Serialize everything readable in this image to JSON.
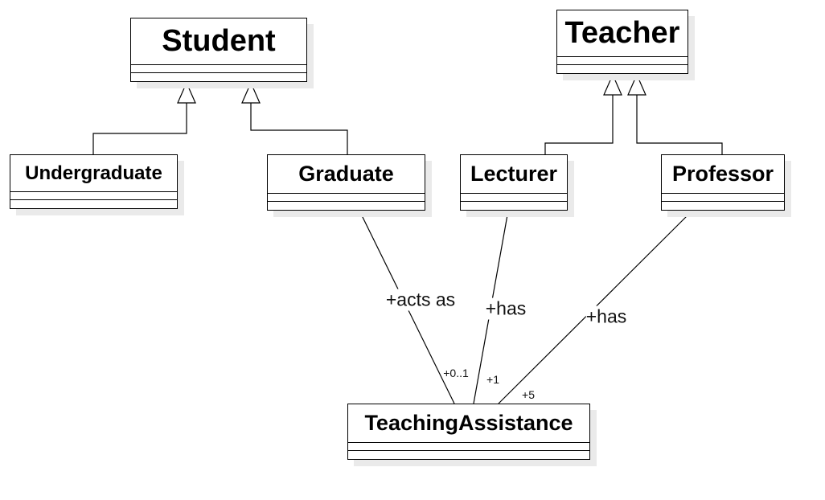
{
  "classes": {
    "student": "Student",
    "teacher": "Teacher",
    "undergraduate": "Undergraduate",
    "graduate": "Graduate",
    "lecturer": "Lecturer",
    "professor": "Professor",
    "teaching_assistance": "TeachingAssistance"
  },
  "associations": {
    "graduate_ta": {
      "role": "+acts as",
      "multiplicity": "+0..1"
    },
    "lecturer_ta": {
      "role": "+has",
      "multiplicity": "+1"
    },
    "professor_ta": {
      "role": "+has",
      "multiplicity": "+5"
    }
  },
  "colors": {
    "line": "#000000",
    "shadow": "#eaeaea",
    "background": "#ffffff"
  }
}
